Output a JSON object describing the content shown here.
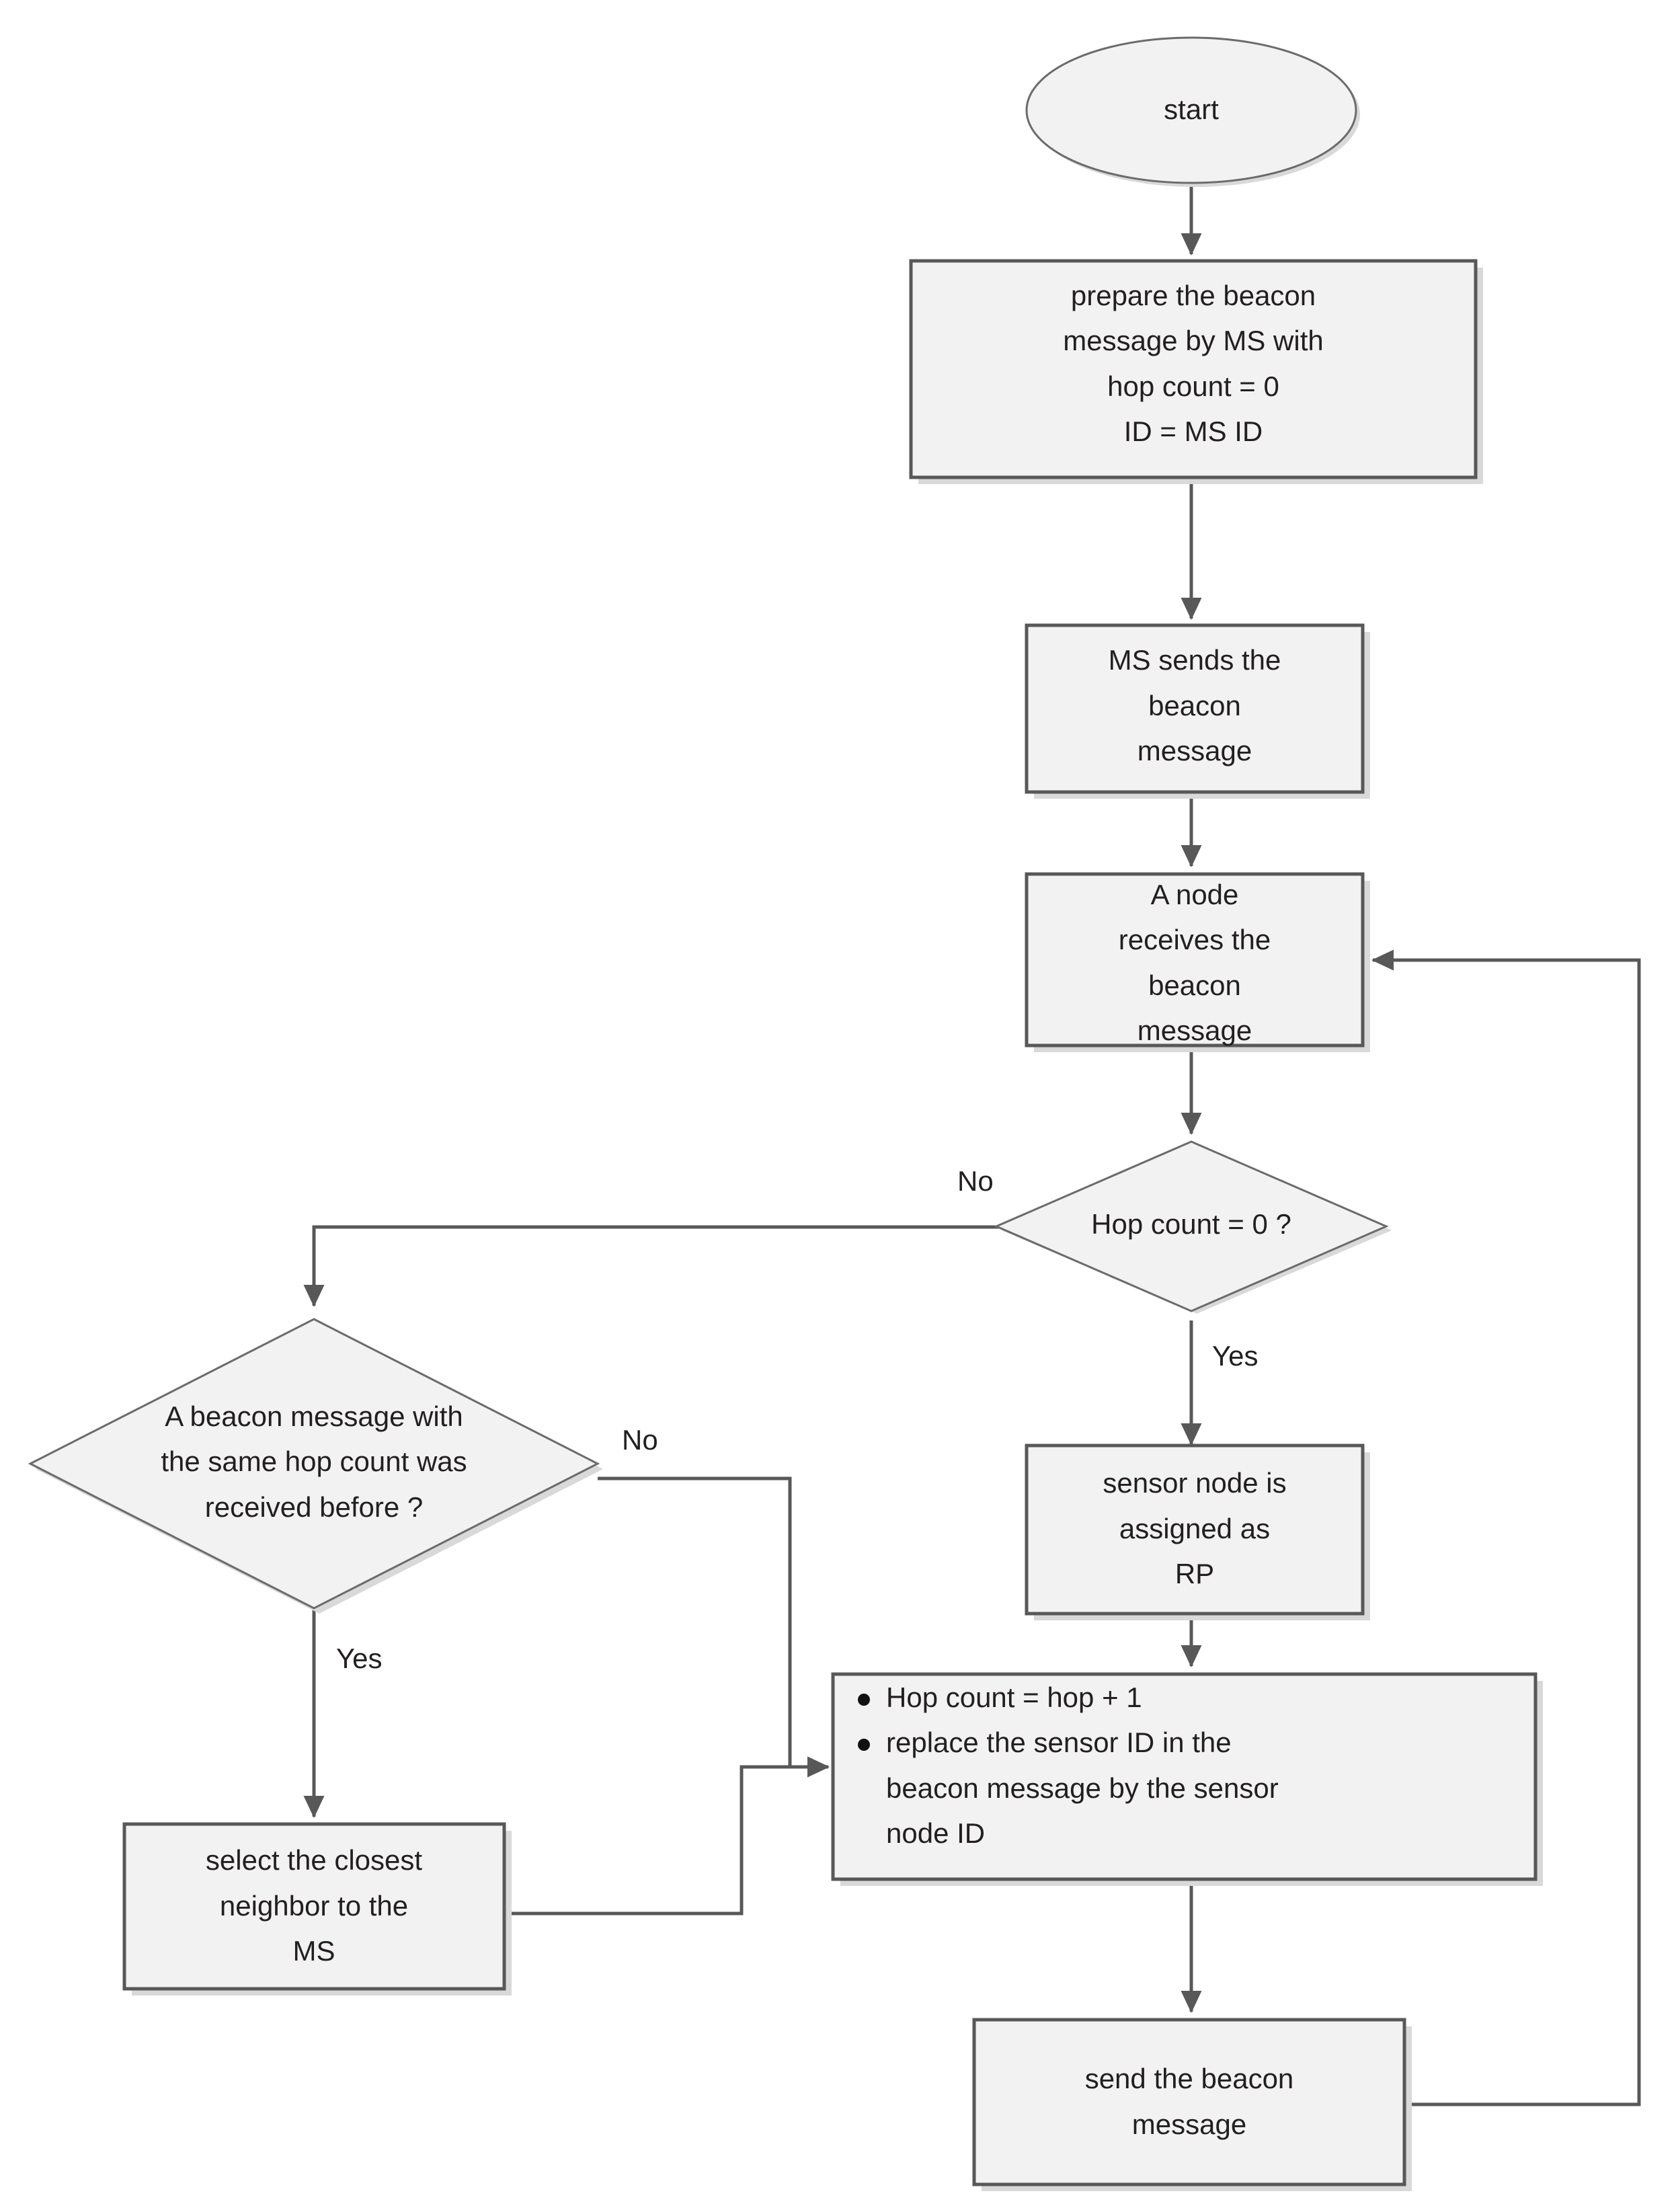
{
  "diagram": {
    "title": "Beacon message propagation flowchart",
    "colors": {
      "shape_fill": "#f2f2f2",
      "shape_border": "#585858",
      "shape_border_light": "#6b6b6b",
      "text": "#231f20",
      "connector": "#585858",
      "shadow": "#d9d9d9",
      "background": "#ffffff"
    }
  },
  "nodes": {
    "start": {
      "type": "terminator",
      "label": "start"
    },
    "prepare": {
      "type": "process",
      "lines": [
        "prepare the beacon",
        "message by MS with",
        "hop count = 0",
        "ID = MS ID"
      ]
    },
    "ms_sends": {
      "type": "process",
      "lines": [
        "MS sends the",
        "beacon",
        "message"
      ]
    },
    "node_receives": {
      "type": "process",
      "lines": [
        "A node",
        "receives the",
        "beacon",
        "message"
      ]
    },
    "hop_decision": {
      "type": "decision",
      "lines": [
        "Hop count = 0 ?"
      ]
    },
    "dup_decision": {
      "type": "decision",
      "lines": [
        "A beacon message with",
        "the same hop count was",
        "received before ?"
      ]
    },
    "assign_rp": {
      "type": "process",
      "lines": [
        "sensor node is",
        "assigned as",
        "RP"
      ]
    },
    "update_beacon": {
      "type": "process-bullets",
      "bullets": [
        [
          "Hop count = hop + 1"
        ],
        [
          "replace the sensor ID in the",
          "beacon message by the sensor",
          "node ID"
        ]
      ]
    },
    "select_neighbor": {
      "type": "process",
      "lines": [
        "select the closest",
        "neighbor to the",
        "MS"
      ]
    },
    "send_beacon": {
      "type": "process",
      "lines": [
        "send the beacon",
        "message"
      ]
    }
  },
  "edge_labels": {
    "hop_no": "No",
    "hop_yes": "Yes",
    "dup_no": "No",
    "dup_yes": "Yes"
  }
}
